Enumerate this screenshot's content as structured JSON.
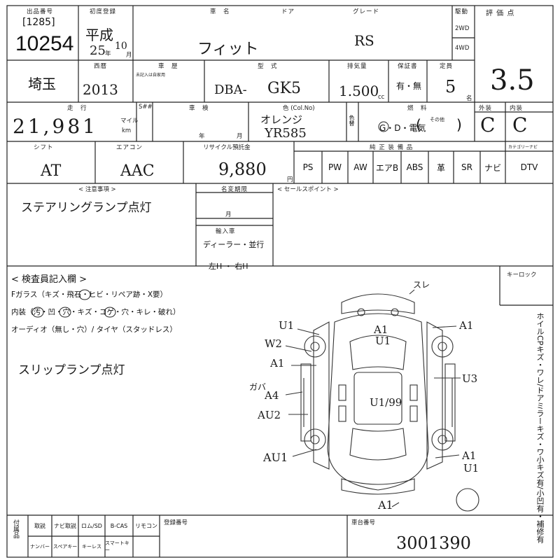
{
  "header": {
    "lot_no_label": "出品番号",
    "first_reg_label": "初度登録",
    "car_name_label": "車　名",
    "door_label": "ドア",
    "grade_label": "グレード",
    "drive_label": "駆動",
    "score_label": "評 価 点",
    "lot_sub": "[1285]",
    "lot_no": "10254",
    "era": "平成",
    "reg_year": "25",
    "year_unit": "年",
    "reg_month": "10",
    "month_unit": "月",
    "car_name": "フィット",
    "grade": "RS",
    "drive_2wd": "2WD",
    "drive_4wd": "4WD",
    "score": "3.5"
  },
  "row2": {
    "region": "埼玉",
    "year_label": "西暦",
    "year": "2013",
    "history_label": "車　歴",
    "history_note": "未記入は自家用",
    "model_label": "型　式",
    "model_prefix": "DBA-",
    "model": "GK5",
    "displacement_label": "排気量",
    "displacement": "1.500",
    "cc": "cc",
    "warranty_label": "保証書",
    "warranty": "有・無",
    "capacity_label": "定員",
    "capacity": "5",
    "capacity_unit": "名"
  },
  "row3": {
    "mileage_label": "走　行",
    "mileage": "21,981",
    "unit_mile": "マイル",
    "unit_km": "km",
    "sr_label": "S##",
    "inspection_label": "車　検",
    "year_unit": "年",
    "month_unit": "月",
    "color_label": "色 (Col.No)",
    "color": "オレンジ",
    "color_no": "YR585",
    "color_change": "色替",
    "fuel_label": "燃　料",
    "fuel": "G・D・電気",
    "fuel_other": "その他",
    "exterior_label": "外装",
    "interior_label": "内装",
    "exterior": "C",
    "interior": "C"
  },
  "row4": {
    "shift_label": "シフト",
    "ac_label": "エアコン",
    "recycle_label": "リサイクル預託金",
    "equipment_label": "純 正 装 備 品",
    "cat_label": "カテゴリーナビ",
    "shift": "AT",
    "ac": "AAC",
    "recycle": "9,880",
    "yen": "円",
    "equipment": [
      "PS",
      "PW",
      "AW",
      "エアB",
      "ABS",
      "革",
      "SR",
      "ナビ",
      "DTV"
    ]
  },
  "notes": {
    "caution_label": "< 注意事項 >",
    "caution_text": "ステアリングランプ点灯",
    "expiry_label": "名変期限",
    "expiry_month": "月",
    "import_label": "輸入車",
    "import_type": "ディーラー・並行",
    "steering": "左H ・ 右H",
    "sales_point_label": "< セールスポイント >"
  },
  "inspector": {
    "title": "< 検査員記入欄 >",
    "line1": "Fガラス（キズ・飛石・ヒビ・リペア跡・X要）",
    "line2": "内装（汚・凹・穴・キズ・コゲ・穴・キレ・破れ）",
    "line3": "オーディオ（無し・穴）/ タイヤ（スタッドレス）",
    "handwritten": "スリップランプ点灯",
    "key_label": "キーロック",
    "vertical_note": "ホイルCPキズ・ワレ/ドアミラーキズ・ワ小キズ有/小凹有・補修有"
  },
  "diagram_marks": {
    "top": "スレ",
    "front_left_upper": "U1",
    "front_left_w": "W2",
    "front_center_a": "A1",
    "front_center_u": "U1",
    "front_right": "A1",
    "left_door": "A1",
    "left_gaba": "ガバ",
    "left_a4": "A4",
    "left_au2": "AU2",
    "left_rear": "AU1",
    "right_u3": "U3",
    "center": "U1/99",
    "rear_right_a": "A1",
    "rear_right_u": "U1",
    "bottom": "A1"
  },
  "footer": {
    "accessories_label": "付属品",
    "items_top": [
      "取説",
      "ナビ取説",
      "ロム/SD",
      "B-CAS",
      "リモコン"
    ],
    "items_bottom": [
      "ナンバー",
      "スペアキー",
      "キーレス",
      "スマートキー"
    ],
    "reg_no_label": "登録番号",
    "chassis_no_label": "車台番号",
    "chassis_no": "3001390"
  }
}
